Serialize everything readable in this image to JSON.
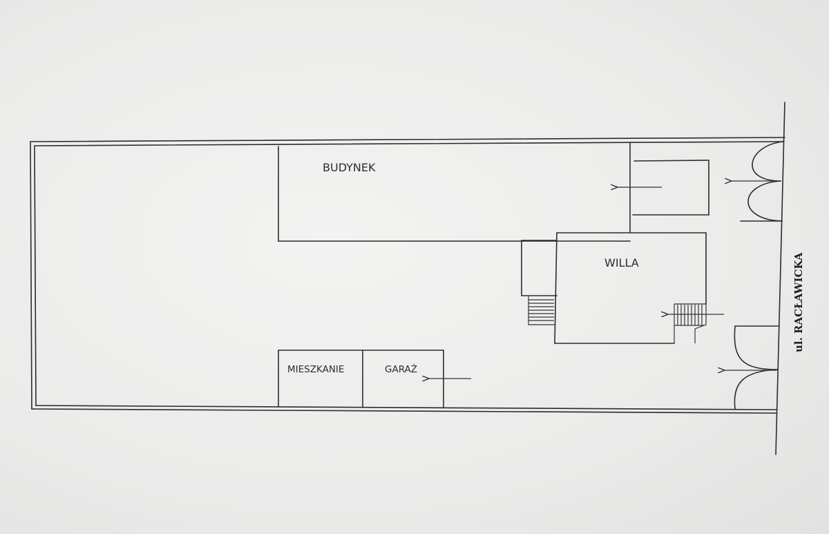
{
  "labels": {
    "budynek": "BUDYNEK",
    "willa": "WILLA",
    "mieszkanie": "MIESZKANIE",
    "garaz": "GARAŻ",
    "street": "ul. RACŁAWICKA"
  },
  "colors": {
    "paper": "#ebebea",
    "ink": "#2b2b2b"
  }
}
